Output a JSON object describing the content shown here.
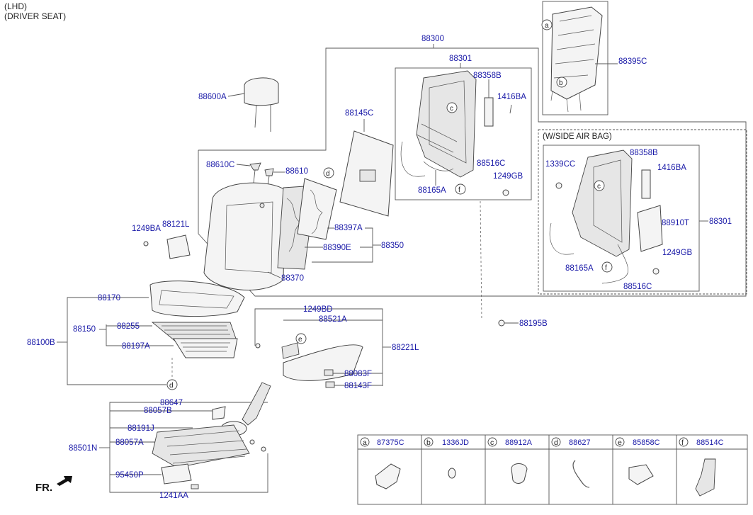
{
  "header": {
    "line1": "(LHD)",
    "line2": "(DRIVER SEAT)"
  },
  "side_airbag_title": "(W/SIDE AIR BAG)",
  "front_marker": "FR.",
  "part_labels": {
    "p88300": "88300",
    "p88301_a": "88301",
    "p88301_b": "88301",
    "p88395C": "88395C",
    "p88600A": "88600A",
    "p88145C": "88145C",
    "p88358B_a": "88358B",
    "p88358B_b": "88358B",
    "p1416BA_a": "1416BA",
    "p1416BA_b": "1416BA",
    "p88516C_a": "88516C",
    "p88516C_b": "88516C",
    "p1249GB_a": "1249GB",
    "p1249GB_b": "1249GB",
    "p88165A_a": "88165A",
    "p88165A_b": "88165A",
    "p88610C": "88610C",
    "p88610": "88610",
    "p1339CC": "1339CC",
    "p88910T": "88910T",
    "p88397A": "88397A",
    "p88390E": "88390E",
    "p88350": "88350",
    "p88370": "88370",
    "p1249BA": "1249BA",
    "p88121L": "88121L",
    "p88170": "88170",
    "p88150": "88150",
    "p88255": "88255",
    "p88197A": "88197A",
    "p88100B": "88100B",
    "p88195B": "88195B",
    "p1249BD": "1249BD",
    "p88521A": "88521A",
    "p88221L": "88221L",
    "p88083F": "88083F",
    "p88143F": "88143F",
    "p88647": "88647",
    "p88057B": "88057B",
    "p88191J": "88191J",
    "p88057A": "88057A",
    "p88501N": "88501N",
    "p95450P": "95450P",
    "p1241AA": "1241AA"
  },
  "callouts": [
    "a",
    "b",
    "c",
    "d",
    "e",
    "f"
  ],
  "legend": [
    {
      "key": "a",
      "part": "87375C",
      "icon": "clip-icon"
    },
    {
      "key": "b",
      "part": "1336JD",
      "icon": "grommet-icon"
    },
    {
      "key": "c",
      "part": "88912A",
      "icon": "push-clip-icon"
    },
    {
      "key": "d",
      "part": "88627",
      "icon": "wire-hook-icon"
    },
    {
      "key": "e",
      "part": "85858C",
      "icon": "bracket-clip-icon"
    },
    {
      "key": "f",
      "part": "88514C",
      "icon": "motor-icon"
    }
  ]
}
